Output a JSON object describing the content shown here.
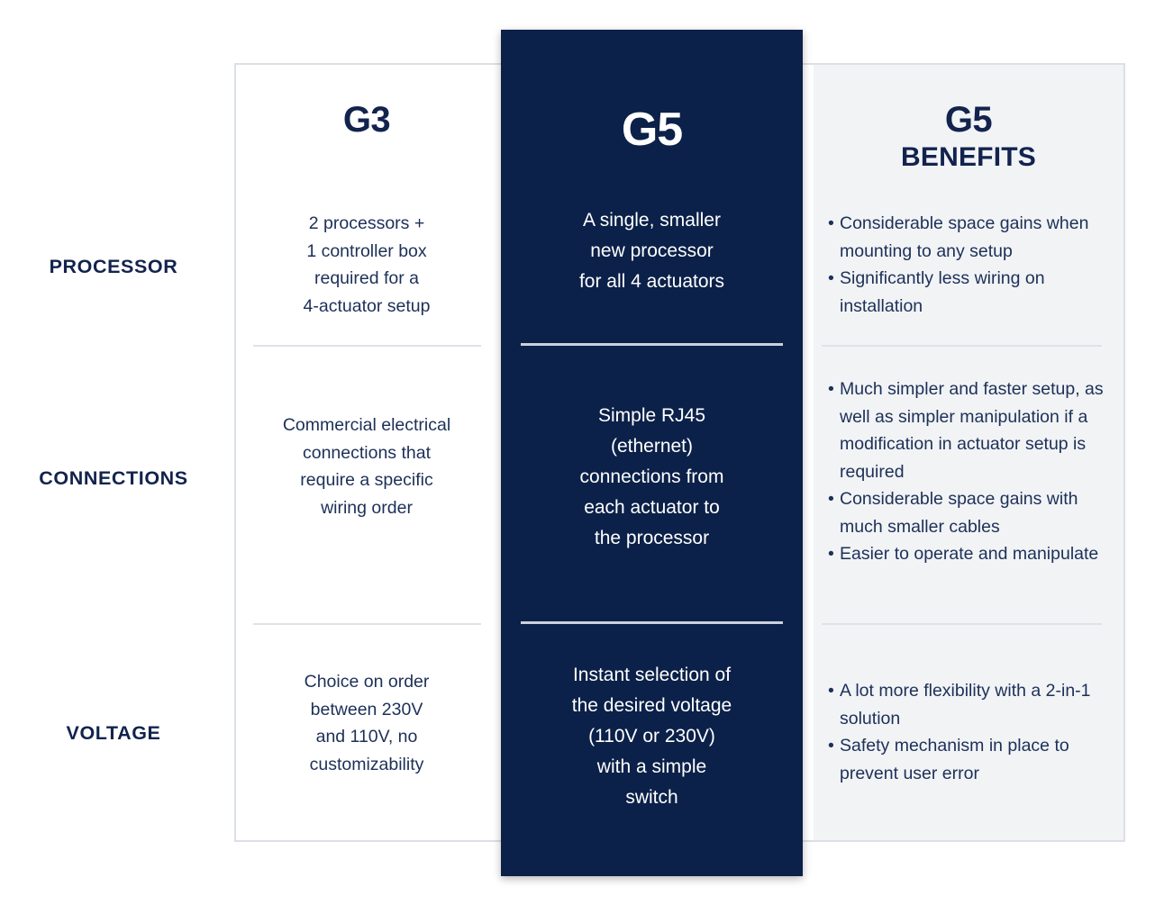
{
  "colors": {
    "navy": "#0b2149",
    "heading_navy": "#12234d",
    "body_text": "#1d3058",
    "frame_border": "#dcdfe6",
    "benefits_background": "#f1f3f5",
    "divider_light": "#dfe2e8",
    "divider_on_navy": "#c9d1dd"
  },
  "row_labels": [
    "PROCESSOR",
    "CONNECTIONS",
    "VOLTAGE"
  ],
  "columns": {
    "g3": {
      "heading": "G3",
      "cells": [
        "2 processors +\n1 controller box\nrequired for a\n4-actuator setup",
        "Commercial electrical\nconnections that\nrequire a specific\nwiring order",
        "Choice on order\nbetween 230V\nand 110V, no\ncustomizability"
      ]
    },
    "g5": {
      "heading": "G5",
      "cells": [
        "A single, smaller\nnew processor\nfor all 4 actuators",
        "Simple RJ45\n(ethernet)\nconnections from\neach actuator to\nthe processor",
        "Instant selection of\nthe desired voltage\n(110V or 230V)\nwith a simple\nswitch"
      ]
    },
    "benefits": {
      "heading": "G5",
      "heading_sub": "BENEFITS",
      "bullet_glyph": "•",
      "cells": [
        [
          "Considerable space gains when mounting to any setup",
          "Significantly less wiring on installation"
        ],
        [
          "Much simpler and faster setup, as well as simpler manipulation if a modification in actuator setup is required",
          "Considerable space gains with much smaller cables",
          "Easier to operate and manipulate"
        ],
        [
          "A lot more flexibility with a 2-in-1 solution",
          "Safety mechanism in place to prevent user error"
        ]
      ]
    }
  }
}
